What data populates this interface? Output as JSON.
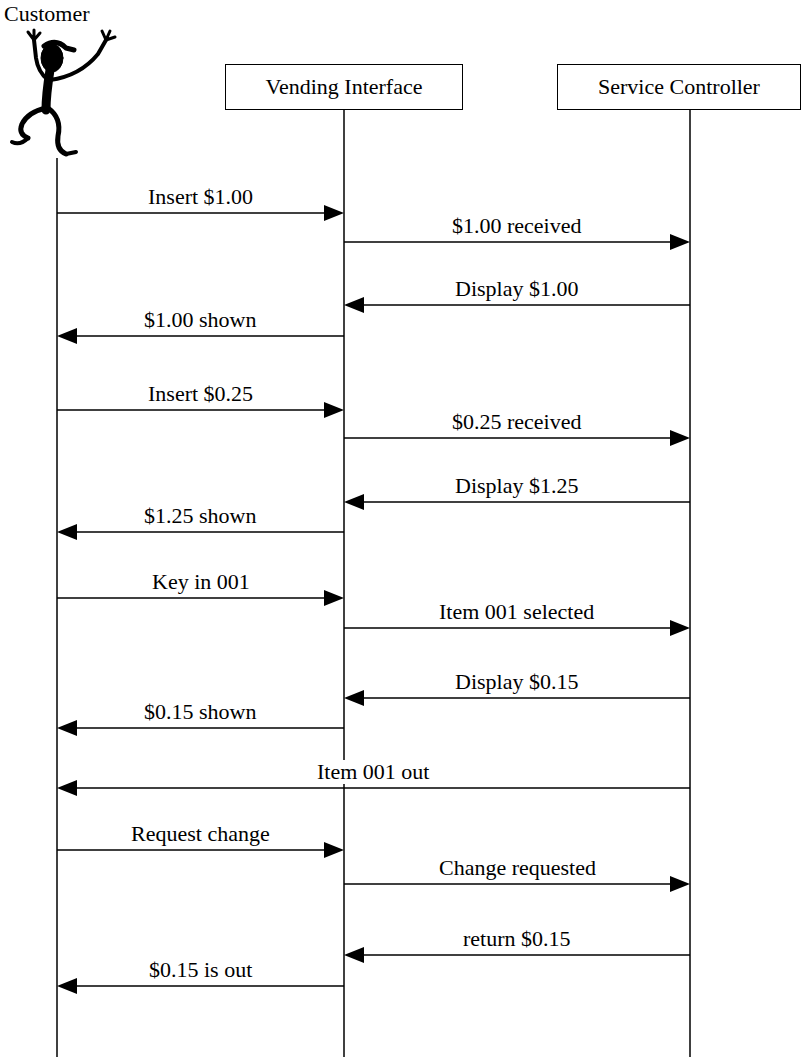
{
  "diagram": {
    "nodes": [
      {
        "text": [
          "Customer"
        ]
      },
      {
        "text": [
          "Vending Interface"
        ]
      },
      {
        "text": [
          "Service Controller"
        ]
      }
    ],
    "edges": [
      {
        "from": 0,
        "to": 1,
        "arrow": "to",
        "label": "Insert $1.00"
      },
      {
        "from": 1,
        "to": 2,
        "arrow": "to",
        "label": "$1.00 received"
      },
      {
        "from": 2,
        "to": 1,
        "arrow": "to",
        "label": "Display $1.00"
      },
      {
        "from": 1,
        "to": 0,
        "arrow": "to",
        "label": "$1.00 shown"
      },
      {
        "from": 0,
        "to": 1,
        "arrow": "to",
        "label": "Insert $0.25"
      },
      {
        "from": 1,
        "to": 2,
        "arrow": "to",
        "label": "$0.25 received"
      },
      {
        "from": 2,
        "to": 1,
        "arrow": "to",
        "label": "Display $1.25"
      },
      {
        "from": 1,
        "to": 0,
        "arrow": "to",
        "label": "$1.25 shown"
      },
      {
        "from": 0,
        "to": 1,
        "arrow": "to",
        "label": "Key in 001"
      },
      {
        "from": 1,
        "to": 2,
        "arrow": "to",
        "label": "Item 001 selected"
      },
      {
        "from": 2,
        "to": 1,
        "arrow": "to",
        "label": "Display $0.15"
      },
      {
        "from": 1,
        "to": 0,
        "arrow": "to",
        "label": "$0.15 shown"
      },
      {
        "from": 2,
        "to": 0,
        "arrow": "to",
        "label": "Item 001 out"
      },
      {
        "from": 0,
        "to": 1,
        "arrow": "to",
        "label": "Request change"
      },
      {
        "from": 1,
        "to": 2,
        "arrow": "to",
        "label": "Change requested"
      },
      {
        "from": 2,
        "to": 1,
        "arrow": "to",
        "label": "return $0.15"
      },
      {
        "from": 1,
        "to": 0,
        "arrow": "to",
        "label": "$0.15 is out"
      }
    ]
  }
}
